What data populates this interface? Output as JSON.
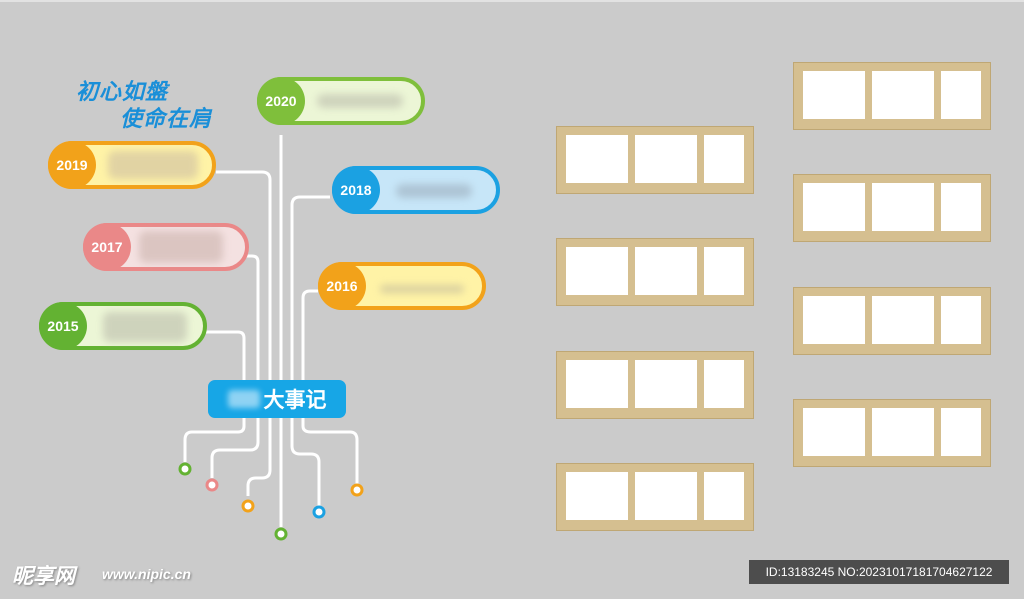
{
  "slogan": {
    "line1": "初心如盤",
    "line2": "使命在肩"
  },
  "center_title": "大事记",
  "years": [
    {
      "year": "2020",
      "color": "#7fbf3b",
      "fill": "#ecf6d6"
    },
    {
      "year": "2019",
      "color": "#f2a21a",
      "fill": "#fff3a6"
    },
    {
      "year": "2018",
      "color": "#1ba1e2",
      "fill": "#c7e6f8"
    },
    {
      "year": "2017",
      "color": "#ea8888",
      "fill": "#f4e1e1"
    },
    {
      "year": "2016",
      "color": "#f2a21a",
      "fill": "#fff3a6"
    },
    {
      "year": "2015",
      "color": "#63b232",
      "fill": "#ecf6d6"
    }
  ],
  "frames_count": 8,
  "watermark": {
    "logo": "昵享网",
    "url": "www.nipic.cn",
    "id_text": "ID:13183245 NO:20231017181704627122"
  }
}
